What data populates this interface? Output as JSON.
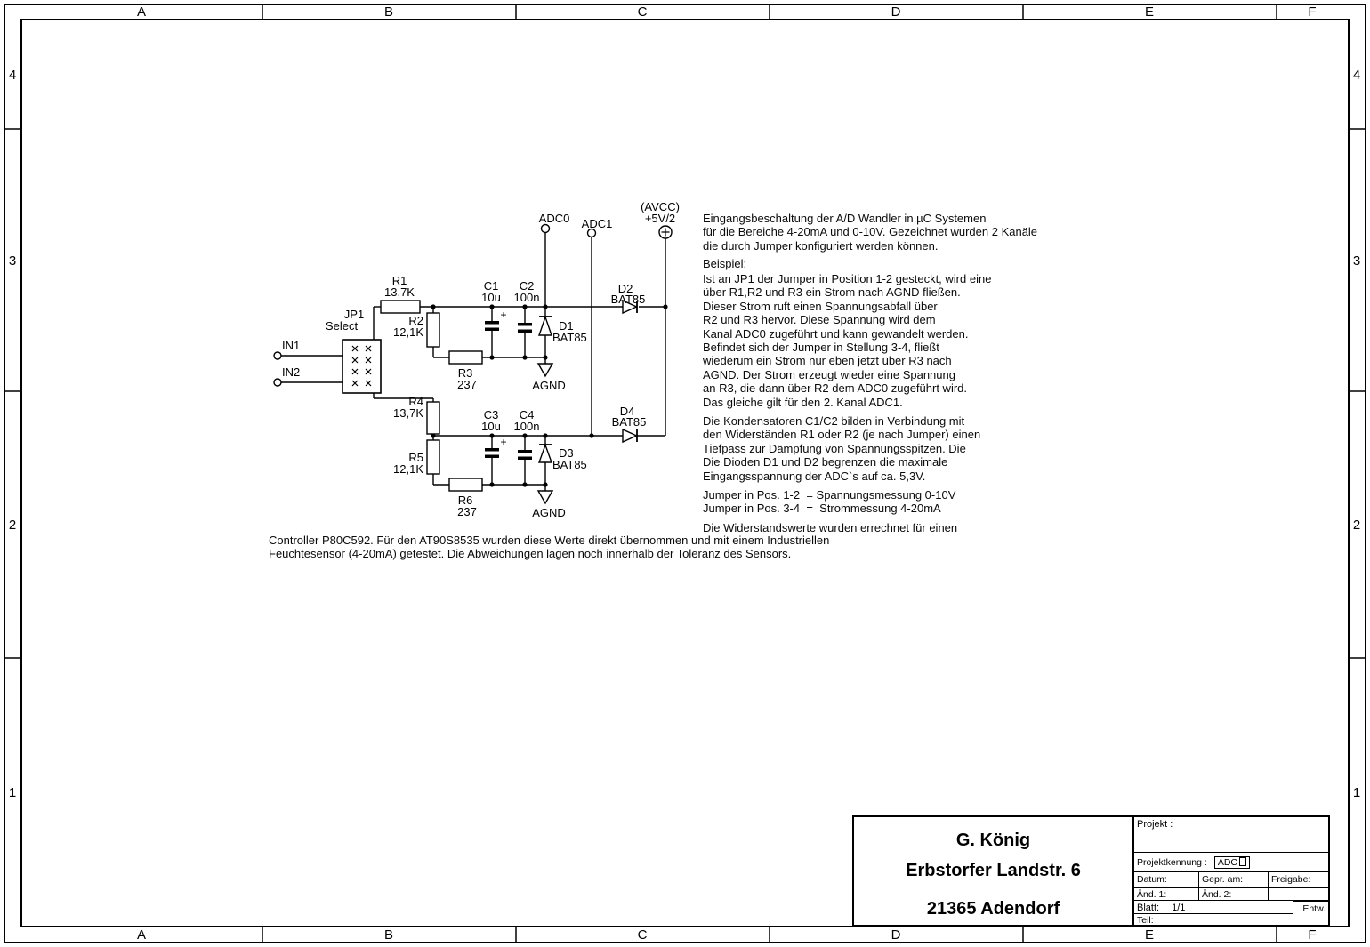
{
  "frame": {
    "columns": [
      "A",
      "B",
      "C",
      "D",
      "E",
      "F"
    ],
    "rows": [
      "4",
      "3",
      "2",
      "1"
    ]
  },
  "schematic": {
    "terminals": {
      "adc0": "ADC0",
      "adc1": "ADC1",
      "avcc_name": "(AVCC)",
      "avcc_voltage": "+5V/2"
    },
    "inputs": {
      "in1": "IN1",
      "in2": "IN2"
    },
    "jumper": {
      "ref": "JP1",
      "name": "Select"
    },
    "resistors": [
      {
        "ref": "R1",
        "value": "13,7K"
      },
      {
        "ref": "R2",
        "value": "12,1K"
      },
      {
        "ref": "R3",
        "value": "237"
      },
      {
        "ref": "R4",
        "value": "13,7K"
      },
      {
        "ref": "R5",
        "value": "12,1K"
      },
      {
        "ref": "R6",
        "value": "237"
      }
    ],
    "capacitors": [
      {
        "ref": "C1",
        "value": "10u",
        "polarity": "+"
      },
      {
        "ref": "C2",
        "value": "100n"
      },
      {
        "ref": "C3",
        "value": "10u",
        "polarity": "+"
      },
      {
        "ref": "C4",
        "value": "100n"
      }
    ],
    "diodes": [
      {
        "ref": "D1",
        "value": "BAT85"
      },
      {
        "ref": "D2",
        "value": "BAT85"
      },
      {
        "ref": "D3",
        "value": "BAT85"
      },
      {
        "ref": "D4",
        "value": "BAT85"
      }
    ],
    "ground_label": "AGND"
  },
  "description": {
    "intro": "Eingangsbeschaltung der A/D Wandler in µC Systemen\nfür die Bereiche 4-20mA und 0-10V. Gezeichnet wurden 2 Kanäle\ndie durch Jumper konfiguriert werden können.",
    "beispiel_heading": "Beispiel:",
    "beispiel_body": "Ist an JP1 der Jumper in Position 1-2 gesteckt, wird eine\nüber R1,R2 und R3 ein Strom nach AGND fließen.\nDieser Strom ruft einen Spannungsabfall über\nR2 und R3 hervor. Diese Spannung wird dem\nKanal ADC0 zugeführt und kann gewandelt werden.\nBefindet sich der Jumper in Stellung 3-4, fließt\nwiederum ein Strom nur eben jetzt über R3 nach\nAGND. Der Strom erzeugt wieder eine Spannung\nan R3, die dann über R2 dem ADC0 zugeführt wird.\nDas gleiche gilt für den 2. Kanal ADC1.",
    "kondensatoren": "Die Kondensatoren C1/C2 bilden in Verbindung mit\nden Widerständen R1 oder R2 (je nach Jumper) einen\nTiefpass zur Dämpfung von Spannungsspitzen. Die\nDie Dioden D1 und D2 begrenzen die maximale\nEingangsspannung der ADC`s auf ca. 5,3V.",
    "jumper_positions": "Jumper in Pos. 1-2  = Spannungsmessung 0-10V\nJumper in Pos. 3-4  =  Strommessung 4-20mA",
    "widerstandswerte": "Die Widerstandswerte wurden errechnet für einen",
    "controller_note": "Controller P80C592. Für den AT90S8535 wurden diese Werte direkt übernommen und mit einem Industriellen\nFeuchtesensor (4-20mA) getestet. Die Abweichungen lagen noch innerhalb der Toleranz des Sensors."
  },
  "title_block": {
    "name": "G. König",
    "street": "Erbstorfer Landstr. 6",
    "city": "21365  Adendorf",
    "projekt_label": "Projekt :",
    "projektkennung_label": "Projektkennung :",
    "projektkennung_value": "ADC",
    "datum_label": "Datum:",
    "gepr_label": "Gepr. am:",
    "freigabe_label": "Freigabe:",
    "aend1_label": "Änd. 1:",
    "aend2_label": "Änd. 2:",
    "blatt_label": "Blatt:",
    "blatt_value": "1/1",
    "entw_label": "Entw.",
    "teil_label": "Teil:"
  }
}
